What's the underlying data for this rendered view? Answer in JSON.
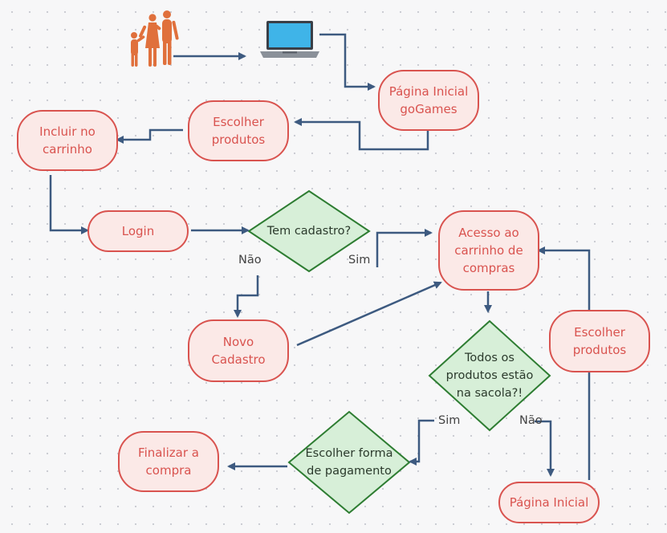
{
  "nodes": {
    "home_gogames": "Página Inicial\ngoGames",
    "choose_products_1": "Escolher\nprodutos",
    "add_to_cart": "Incluir no\ncarrinho",
    "login": "Login",
    "has_account": "Tem cadastro?",
    "cart_access": "Acesso ao\ncarrinho de\ncompras",
    "new_account": "Novo\nCadastro",
    "all_in_bag": "Todos  os\nprodutos estão\nna sacola?!",
    "choose_products_2": "Escolher\nprodutos",
    "payment": "Escolher forma\nde pagamento",
    "finish": "Finalizar a\ncompra",
    "home": "Página Inicial"
  },
  "edge_labels": {
    "has_account_no": "Não",
    "has_account_yes": "Sim",
    "all_in_bag_yes": "Sim",
    "all_in_bag_no": "Não"
  },
  "icons": {
    "family": "family-icon",
    "laptop": "laptop-icon"
  },
  "colors": {
    "process_fill": "#fbe9e7",
    "process_stroke": "#d9534f",
    "decision_fill": "#d7efd8",
    "decision_stroke": "#2e7d32",
    "arrow": "#3d5a80",
    "family": "#e0703c"
  }
}
